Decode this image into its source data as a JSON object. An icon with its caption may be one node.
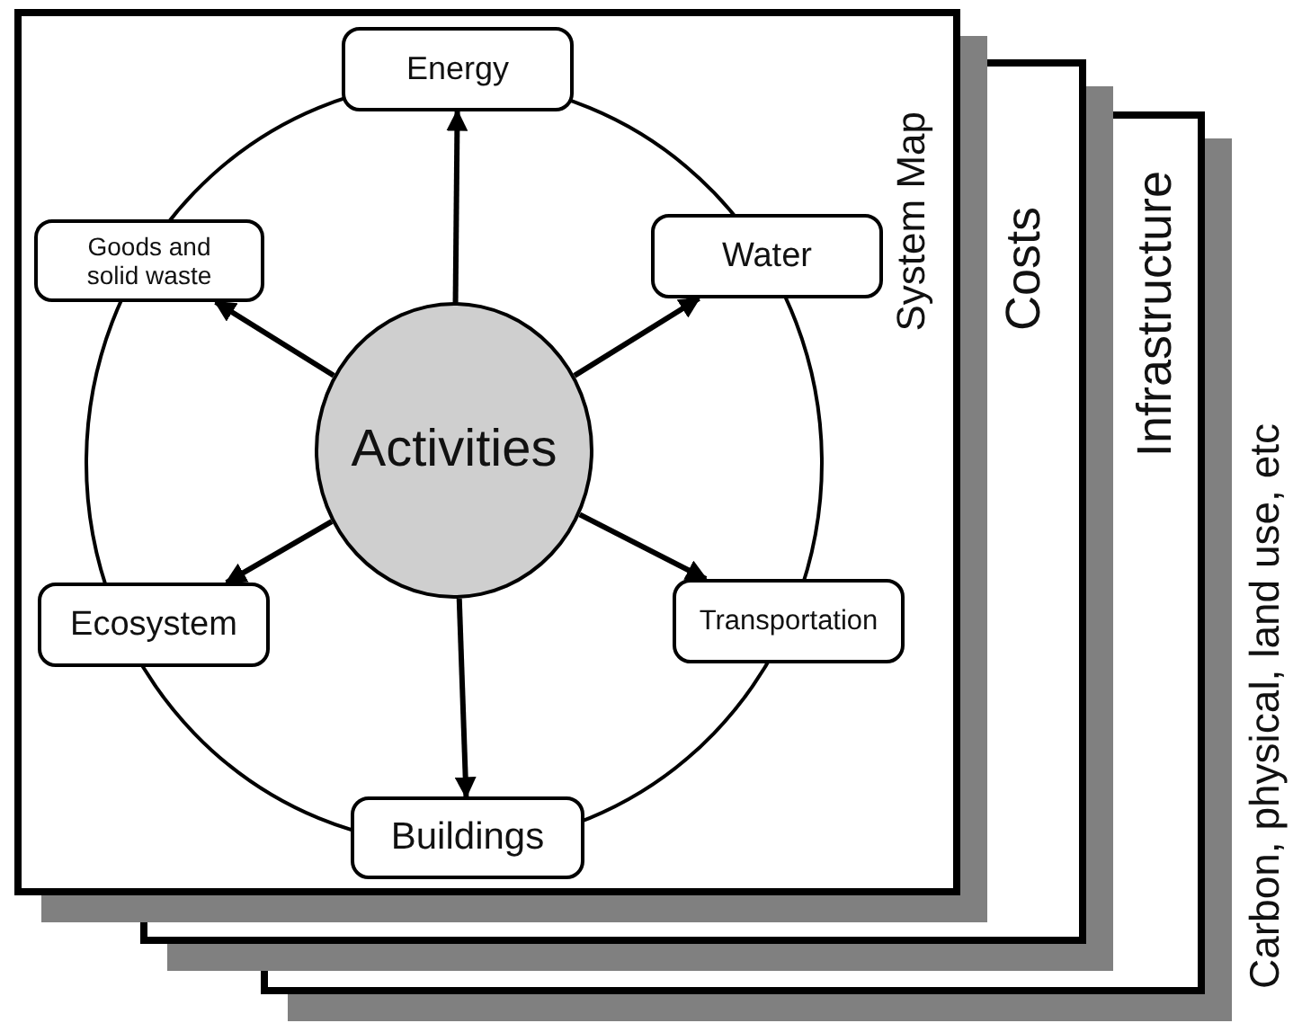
{
  "diagram": {
    "nodes": [
      {
        "text": [
          "System Map"
        ]
      },
      {
        "text": [
          "Activities"
        ],
        "in": 0
      },
      {
        "text": [
          "Energy"
        ],
        "in": 0
      },
      {
        "text": [
          "Goods and solid waste"
        ],
        "in": 0
      },
      {
        "text": [
          "Water"
        ],
        "in": 0
      },
      {
        "text": [
          "Ecosystem"
        ],
        "in": 0
      },
      {
        "text": [
          "Transportation"
        ],
        "in": 0
      },
      {
        "text": [
          "Buildings"
        ],
        "in": 0
      },
      {
        "text": [
          "Costs"
        ]
      },
      {
        "text": [
          "Infrastructure"
        ]
      }
    ],
    "edges": [
      {
        "from": 1,
        "to": 2,
        "arrow": "to"
      },
      {
        "from": 1,
        "to": 3,
        "arrow": "to"
      },
      {
        "from": 1,
        "to": 4,
        "arrow": "to"
      },
      {
        "from": 1,
        "to": 5,
        "arrow": "to"
      },
      {
        "from": 1,
        "to": 6,
        "arrow": "to"
      },
      {
        "from": 1,
        "to": 7,
        "arrow": "to"
      }
    ],
    "labels": [
      "Carbon, physical, land use, etc"
    ]
  }
}
